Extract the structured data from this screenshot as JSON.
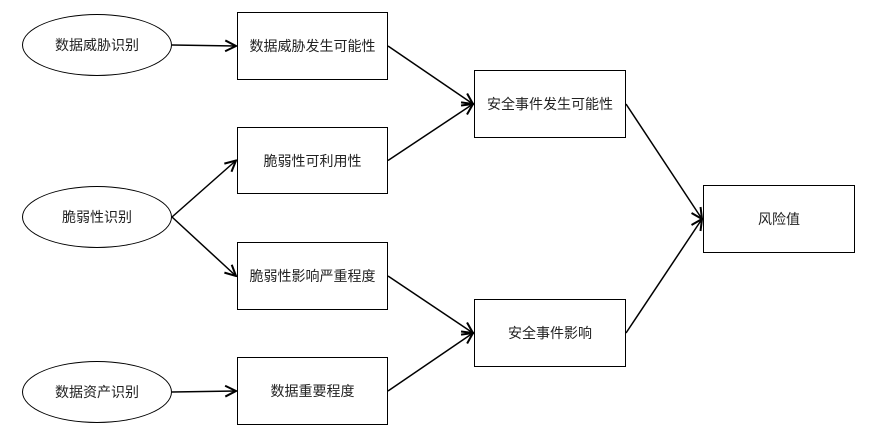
{
  "nodes": {
    "threat_identification": "数据威胁识别",
    "vulnerability_identification": "脆弱性识别",
    "asset_identification": "数据资产识别",
    "threat_likelihood": "数据威胁发生可能性",
    "vulnerability_exploitability": "脆弱性可利用性",
    "vulnerability_impact_severity": "脆弱性影响严重程度",
    "data_importance": "数据重要程度",
    "incident_likelihood": "安全事件发生可能性",
    "incident_impact": "安全事件影响",
    "risk_value": "风险值"
  },
  "edges": [
    [
      "threat_identification",
      "threat_likelihood"
    ],
    [
      "vulnerability_identification",
      "vulnerability_exploitability"
    ],
    [
      "vulnerability_identification",
      "vulnerability_impact_severity"
    ],
    [
      "asset_identification",
      "data_importance"
    ],
    [
      "threat_likelihood",
      "incident_likelihood"
    ],
    [
      "vulnerability_exploitability",
      "incident_likelihood"
    ],
    [
      "vulnerability_impact_severity",
      "incident_impact"
    ],
    [
      "data_importance",
      "incident_impact"
    ],
    [
      "incident_likelihood",
      "risk_value"
    ],
    [
      "incident_impact",
      "risk_value"
    ]
  ],
  "colors": {
    "stroke": "#000000",
    "text": "#222222",
    "background": "#ffffff"
  }
}
